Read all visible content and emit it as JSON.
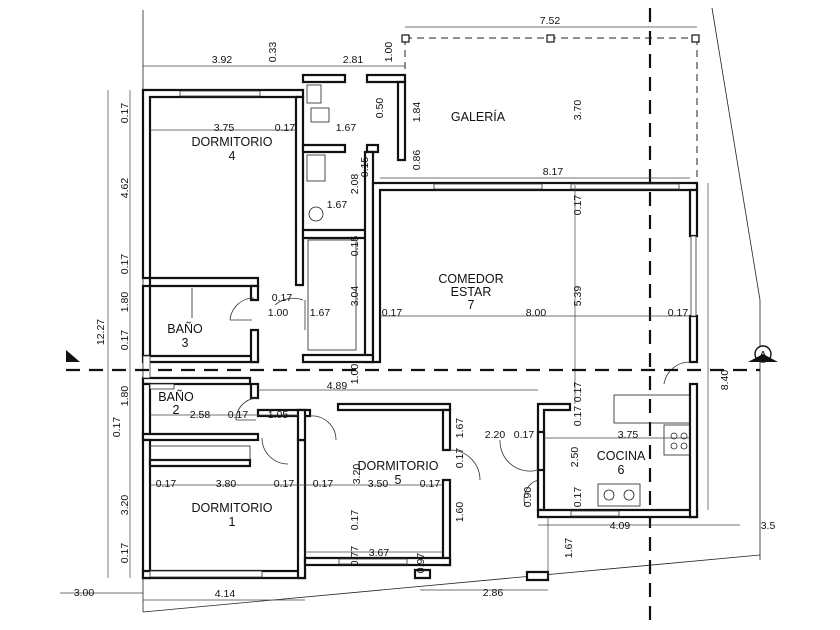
{
  "plan": {
    "rooms": {
      "dorm4": {
        "name": "DORMITORIO",
        "number": "4"
      },
      "bano3": {
        "name": "BAÑO",
        "number": "3"
      },
      "bano2": {
        "name": "BAÑO",
        "number": "2"
      },
      "dorm1": {
        "name": "DORMITORIO",
        "number": "1"
      },
      "dorm5": {
        "name": "DORMITORIO",
        "number": "5"
      },
      "comedor": {
        "name1": "COMEDOR",
        "name2": "ESTAR",
        "number": "7"
      },
      "cocina": {
        "name": "COCINA",
        "number": "6"
      },
      "galeria": {
        "name": "GALERÍA"
      }
    },
    "section_marker": "A",
    "dimensions": {
      "top_7_52": "7.52",
      "top_3_92": "3.92",
      "top_0_33": "0.33",
      "top_2_81": "2.81",
      "top_1_00": "1.00",
      "left_0_17_a": "0.17",
      "left_4_62": "4.62",
      "left_0_17_b": "0.17",
      "left_1_80_a": "1.80",
      "left_0_17_c": "0.17",
      "left_12_27": "12.27",
      "left_1_80_b": "1.80",
      "left_0_17_d": "0.17",
      "left_3_20": "3.20",
      "left_0_17_e": "0.17",
      "dorm4_3_75": "3.75",
      "dorm4_0_17": "0.17",
      "bath_1_67_a": "1.67",
      "bath_0_50": "0.50",
      "bath_1_84": "1.84",
      "bath_0_15_a": "0.15",
      "bath_2_08": "2.08",
      "bath_1_67_b": "1.67",
      "bath_0_86": "0.86",
      "bath_0_15_b": "0.15",
      "hall_3_04": "3.04",
      "hall_0_17": "0.17",
      "hall_1_00": "1.00",
      "hall_1_67": "1.67",
      "gal_8_17": "8.17",
      "gal_3_70": "3.70",
      "com_0_17_a": "0.17",
      "com_5_39": "5.39",
      "com_0_17_b": "0.17",
      "com_8_00": "8.00",
      "com_0_17_c": "0.17",
      "com_1_00": "1.00",
      "right_8_40": "8.40",
      "mid_4_89": "4.89",
      "b2_2_58": "2.58",
      "b2_0_17": "0.17",
      "b2_1_05": "1.05",
      "d1_0_17_a": "0.17",
      "d1_3_80": "3.80",
      "d1_0_17_b": "0.17",
      "d1_4_14": "4.14",
      "d1_3_00": "3.00",
      "d5_0_17_a": "0.17",
      "d5_1_67": "1.67",
      "d5_3_20": "3.20",
      "d5_3_50": "3.50",
      "d5_0_17_b": "0.17",
      "d5_0_17_c": "0.17",
      "d5_1_60": "1.60",
      "d5_0_17_d": "0.17",
      "d5_0_77": "0.77",
      "d5_3_67": "3.67",
      "d5_0_97": "0.97",
      "coc_2_20": "2.20",
      "coc_0_17_a": "0.17",
      "coc_3_75": "3.75",
      "coc_2_50": "2.50",
      "coc_0_17_b": "0.17",
      "coc_0_90": "0.90",
      "coc_0_17_c": "0.17",
      "coc_4_09": "4.09",
      "coc_3_5": "3.5",
      "bot_1_67": "1.67",
      "bot_2_86": "2.86"
    }
  }
}
